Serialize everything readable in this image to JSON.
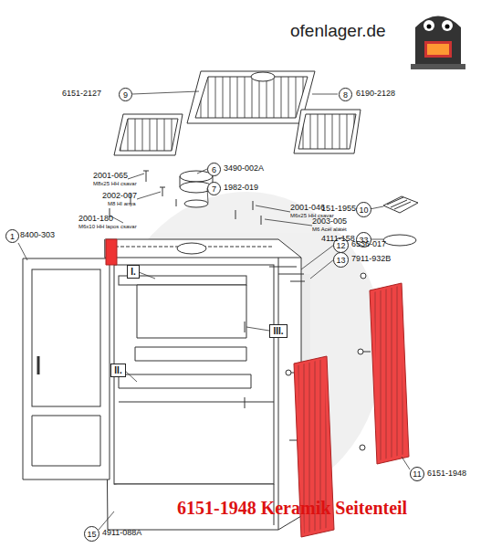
{
  "diagram": {
    "caption": "6151-1948 Keramik Seitenteil",
    "nodes": [
      {
        "text": [
          "9"
        ]
      },
      {
        "text": [
          "8"
        ]
      },
      {
        "text": [
          "6"
        ]
      },
      {
        "text": [
          "7"
        ]
      },
      {
        "text": [
          "10"
        ]
      },
      {
        "text": [
          "33"
        ]
      },
      {
        "text": [
          "12"
        ]
      },
      {
        "text": [
          "13"
        ]
      },
      {
        "text": [
          "1"
        ]
      },
      {
        "text": [
          "I."
        ]
      },
      {
        "text": [
          "III."
        ]
      },
      {
        "text": [
          "II."
        ]
      },
      {
        "text": [
          "11"
        ]
      },
      {
        "text": [
          "15"
        ]
      }
    ],
    "labels": [
      "ofenlager.de",
      "6151-2127",
      "6190-2128",
      "3490-002A",
      "1982-019",
      "151-1955",
      "4111-158",
      "2001-065",
      "M8x25 HH csavar",
      "2002-007",
      "M8 HI anya",
      "2001-180",
      "M6x10 HH lapos csavar",
      "2001-046",
      "M6x25 HH csavar",
      "2003-005",
      "M6 Acél alátét",
      "6536-017",
      "7911-932B",
      "8400-303",
      "6151-1948",
      "4911-088A"
    ]
  }
}
